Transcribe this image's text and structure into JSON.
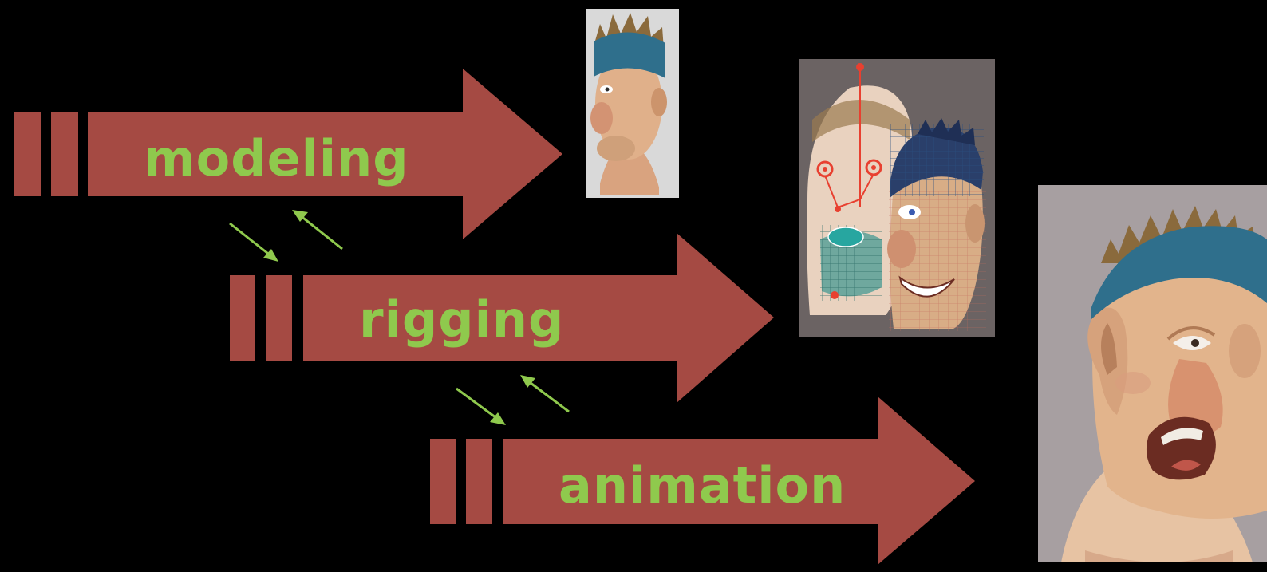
{
  "diagram": {
    "stages": [
      {
        "label": "modeling"
      },
      {
        "label": "rigging"
      },
      {
        "label": "animation"
      }
    ]
  },
  "colors": {
    "background": "#000000",
    "arrow_fill": "#a54a43",
    "label_text": "#8fc94d",
    "feedback_arrows": "#8fc94d",
    "skin": "#e2b48c",
    "headband": "#2f6f8c",
    "hair": "#8a6a3c",
    "mouth": "#6b2c22",
    "wire": "#e84030",
    "mesh": "#2a4f80"
  },
  "icons": {
    "model_render": "character-head-model-icon",
    "rig_view": "character-head-rig-icon",
    "animated_render": "character-head-animated-icon"
  }
}
